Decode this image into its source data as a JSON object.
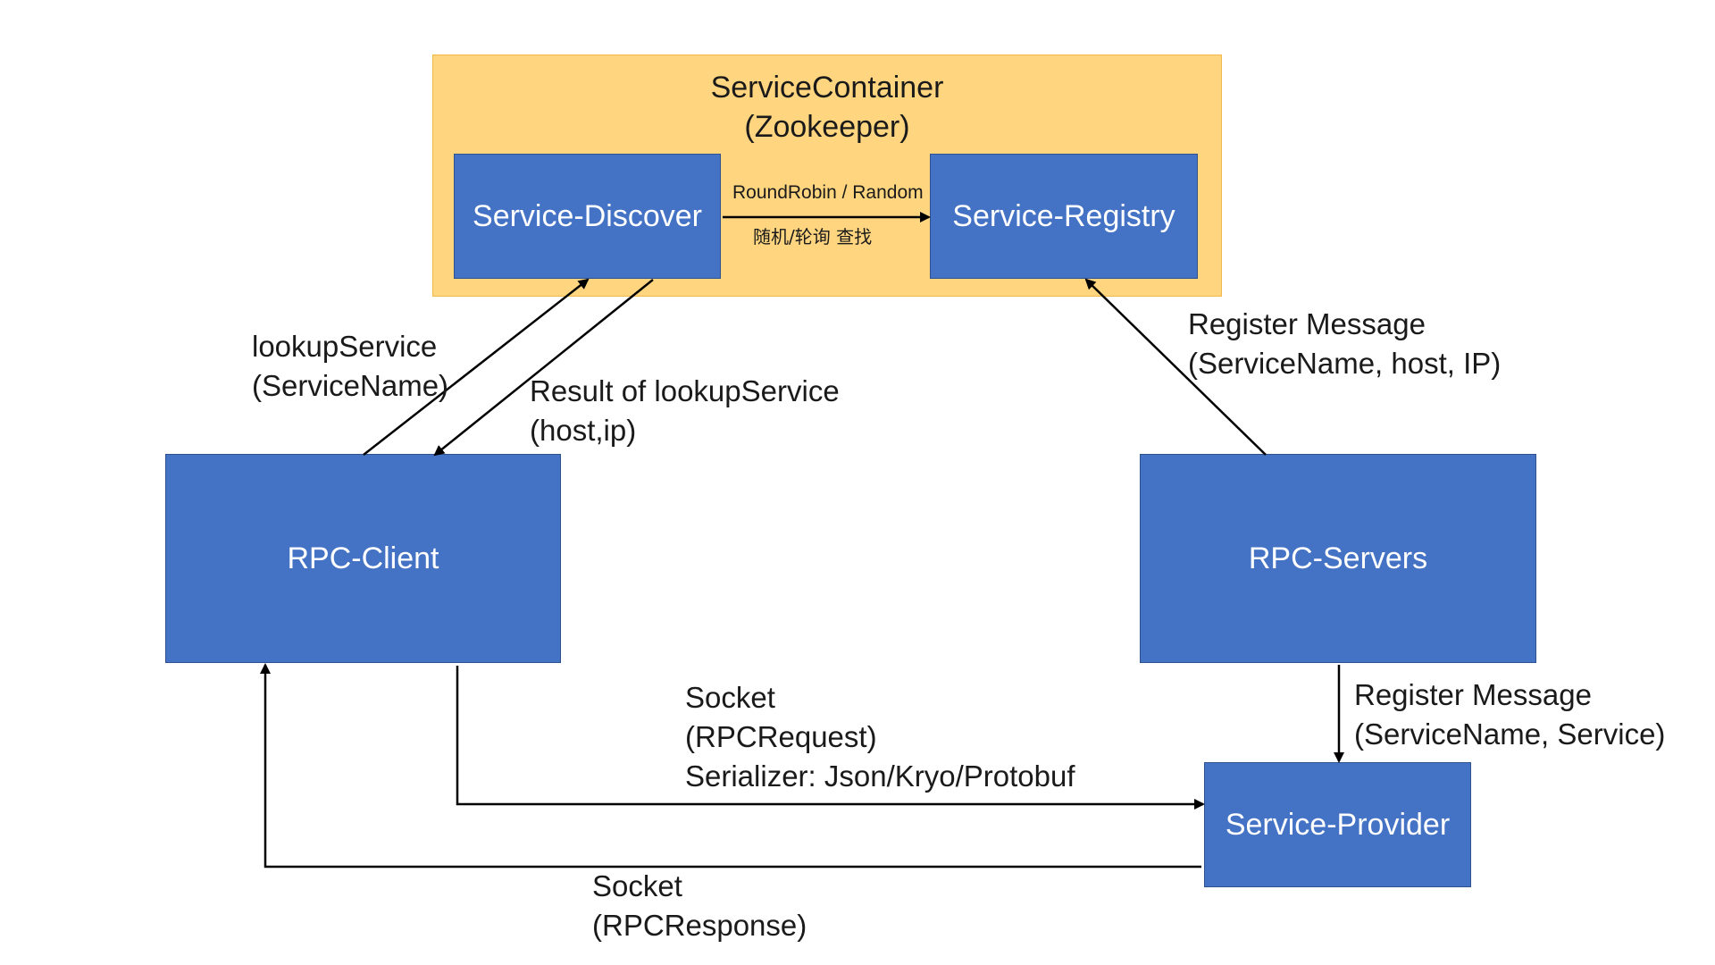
{
  "container": {
    "title_line1": "ServiceContainer",
    "title_line2": "(Zookeeper)",
    "fill": "#FFD67F",
    "border": "#F2B84B"
  },
  "nodes": {
    "service_discover": "Service-Discover",
    "service_registry": "Service-Registry",
    "rpc_client": "RPC-Client",
    "rpc_servers": "RPC-Servers",
    "service_provider": "Service-Provider",
    "fill": "#4472C4",
    "border": "#2F528F"
  },
  "edges": {
    "discover_to_registry": {
      "line1": "RoundRobin / Random",
      "line2": "随机/轮询 查找"
    },
    "lookup": {
      "line1": "lookupService",
      "line2": "(ServiceName)"
    },
    "lookup_result": {
      "line1": "Result of lookupService",
      "line2": "(host,ip)"
    },
    "servers_to_registry": {
      "line1": "Register Message",
      "line2": "(ServiceName, host, IP)"
    },
    "servers_to_provider": {
      "line1": "Register Message",
      "line2": "(ServiceName, Service)"
    },
    "request": {
      "line1": "Socket",
      "line2": "(RPCRequest)",
      "line3": "Serializer: Json/Kryo/Protobuf"
    },
    "response": {
      "line1": "Socket",
      "line2": "(RPCResponse)"
    }
  }
}
